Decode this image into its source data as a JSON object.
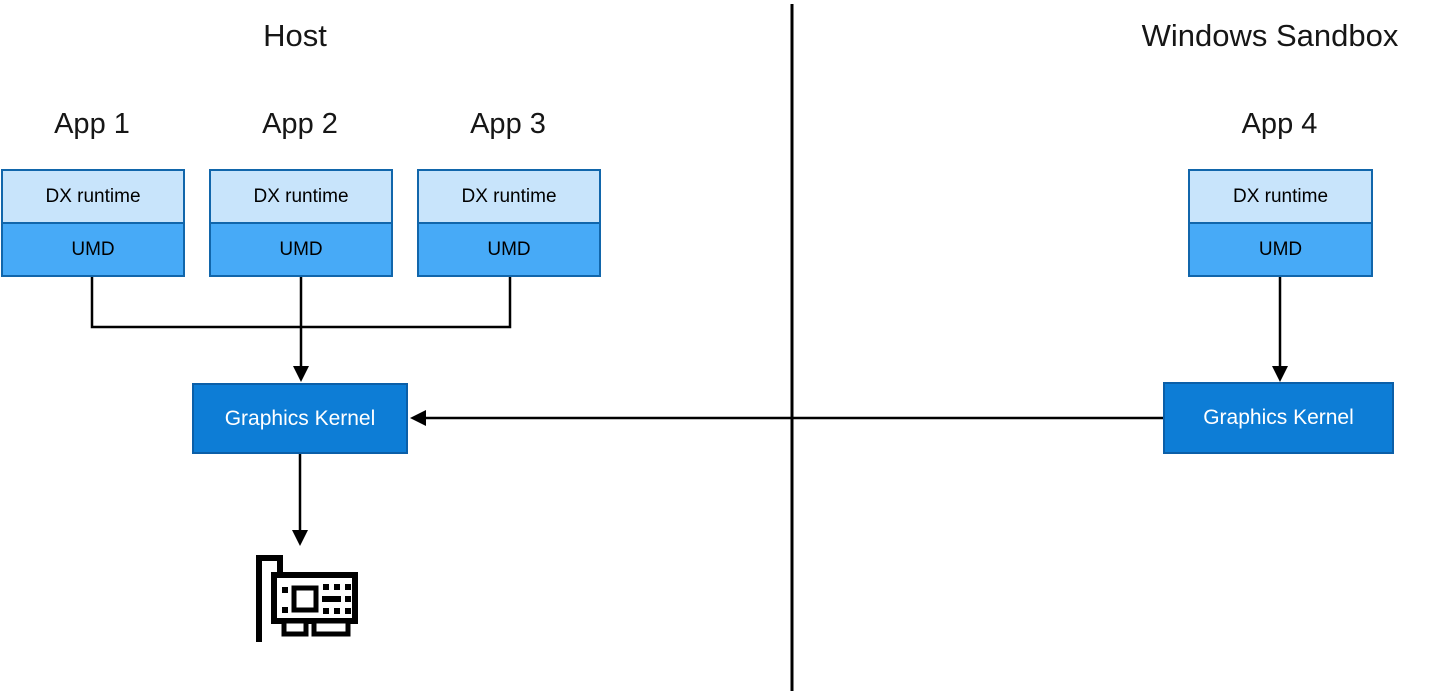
{
  "diagram": {
    "host": {
      "title": "Host",
      "apps": [
        {
          "name": "App 1",
          "dx": "DX runtime",
          "umd": "UMD"
        },
        {
          "name": "App 2",
          "dx": "DX runtime",
          "umd": "UMD"
        },
        {
          "name": "App 3",
          "dx": "DX runtime",
          "umd": "UMD"
        }
      ],
      "kernel": "Graphics Kernel"
    },
    "sandbox": {
      "title": "Windows Sandbox",
      "apps": [
        {
          "name": "App 4",
          "dx": "DX runtime",
          "umd": "UMD"
        }
      ],
      "kernel": "Graphics Kernel"
    },
    "icons": {
      "gpu": "gpu-card-icon"
    },
    "colors": {
      "dx_fill": "#c8e4fb",
      "umd_fill": "#47aaf7",
      "app_border": "#1166ab",
      "kernel_fill": "#0d7dd6",
      "kernel_border": "#0b5fa8",
      "kernel_text": "#ffffff",
      "line": "#000000"
    }
  }
}
